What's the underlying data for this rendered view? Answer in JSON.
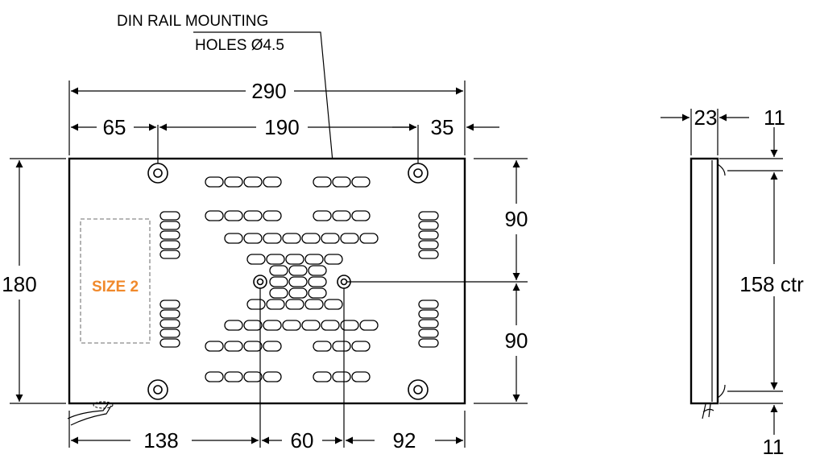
{
  "title_note": {
    "line1": "DIN RAIL MOUNTING",
    "line2": "HOLES Ø4.5"
  },
  "front_view": {
    "overall_width": "290",
    "left_offset": "65",
    "hole_spacing": "190",
    "right_offset": "35",
    "height": "180",
    "upper_half": "90",
    "lower_half": "90",
    "bottom_left": "138",
    "bottom_mid": "60",
    "bottom_right": "92",
    "size_label": "SIZE 2",
    "size_label_color": "#f0892b"
  },
  "side_view": {
    "depth": "23",
    "top_offset": "11",
    "bottom_offset": "11",
    "centers": "158 ctr"
  },
  "colors": {
    "line": "#000000",
    "dashed_box": "#8a8a8a"
  }
}
